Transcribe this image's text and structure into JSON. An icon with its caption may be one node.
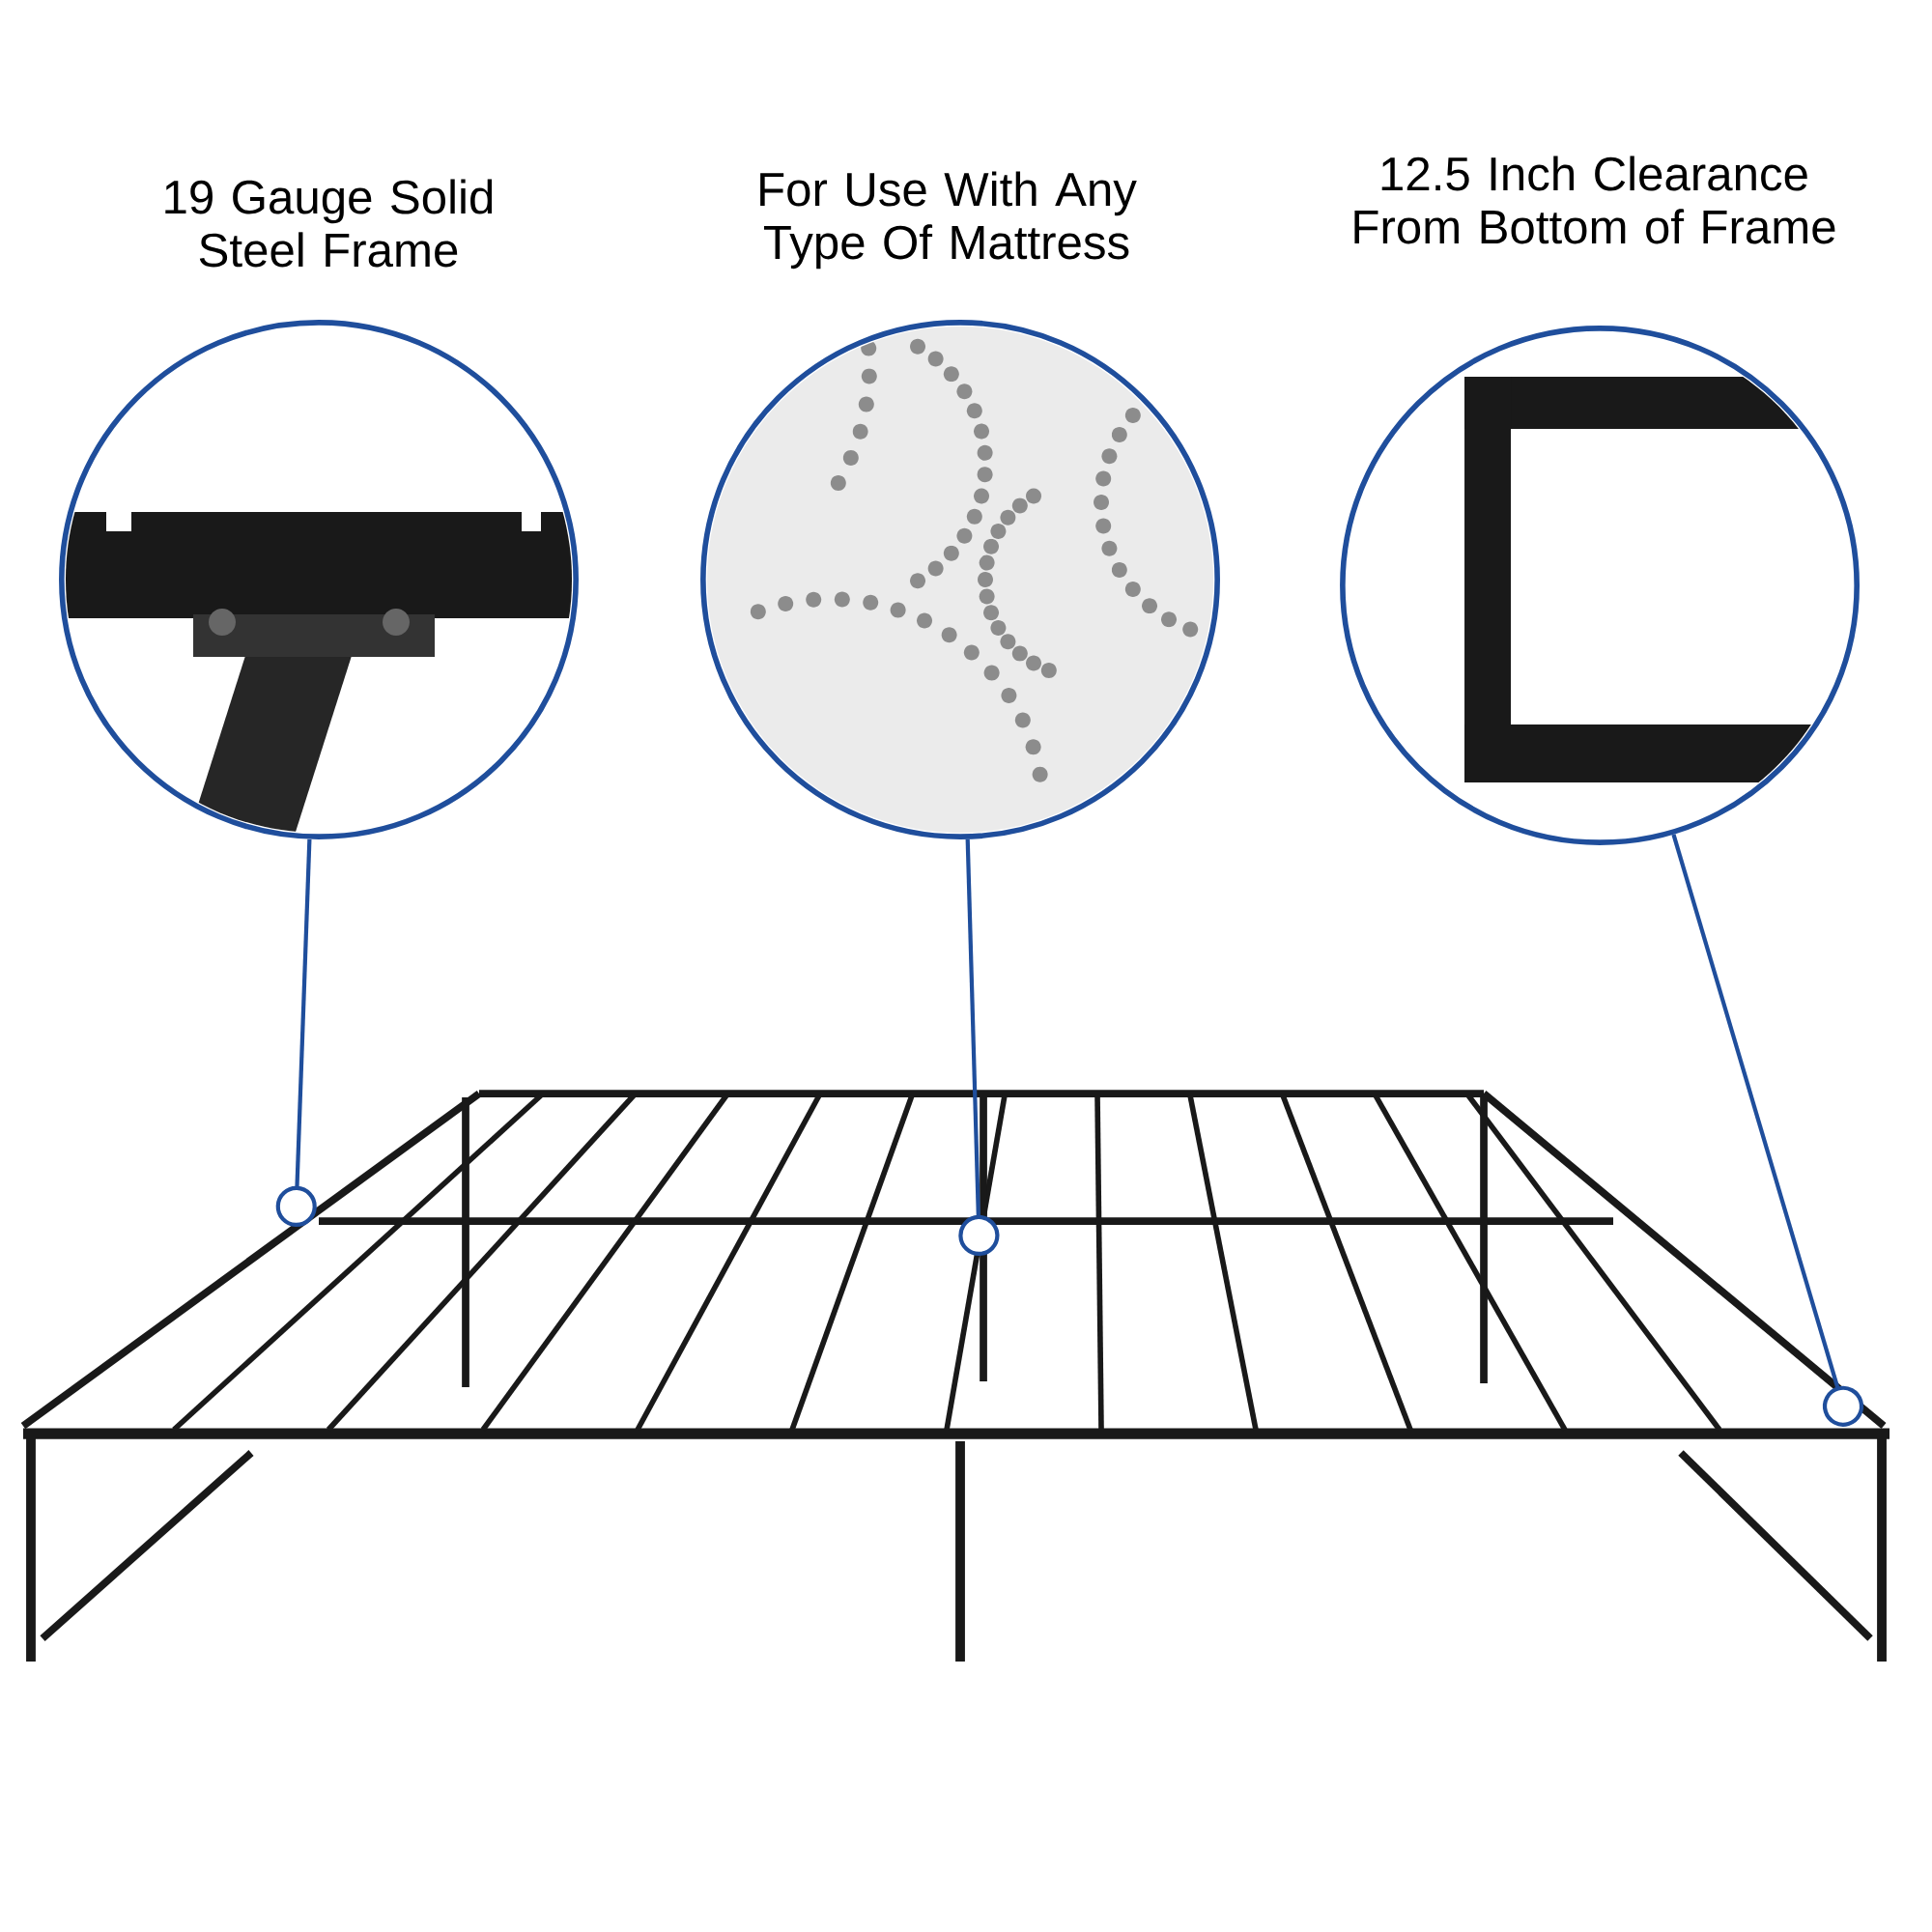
{
  "diagram": {
    "nodes": [
      {
        "text": [
          "19 Gauge Solid Steel Frame"
        ]
      },
      {
        "text": [
          "For Use With Any Type Of Mattress"
        ]
      },
      {
        "text": [
          "12.5 Inch Clearance From Bottom of Frame"
        ]
      }
    ],
    "edges": [
      {
        "from": 0,
        "to": null,
        "arrow": "other"
      },
      {
        "from": 1,
        "to": null,
        "arrow": "other"
      },
      {
        "from": 2,
        "to": null,
        "arrow": "other"
      }
    ]
  }
}
